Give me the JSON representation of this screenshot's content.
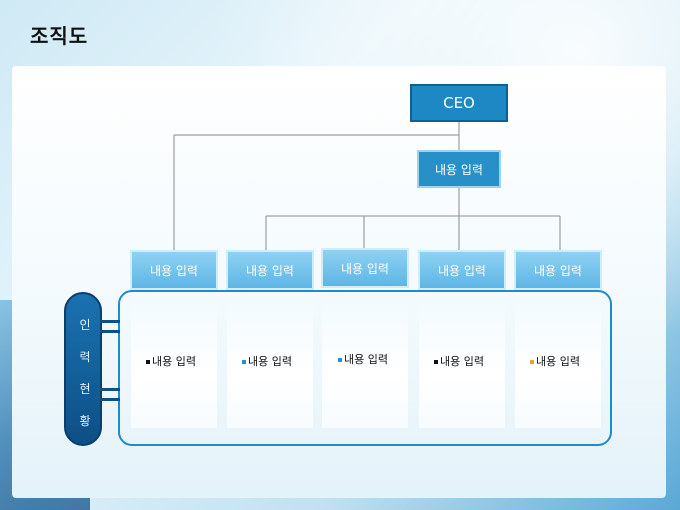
{
  "slide_title": "조직도",
  "org": {
    "ceo": "CEO",
    "sub": "내용 입력",
    "departments": [
      "내용 입력",
      "내용 입력",
      "내용 입력",
      "내용 입력",
      "내용 입력"
    ]
  },
  "staff_label": [
    "인",
    "력",
    "현",
    "황"
  ],
  "staff_items": [
    {
      "label": "내용 입력",
      "bullet_color": "#111111"
    },
    {
      "label": "내용 입력",
      "bullet_color": "#2a8fd1"
    },
    {
      "label": "내용 입력",
      "bullet_color": "#2a8fd1"
    },
    {
      "label": "내용 입력",
      "bullet_color": "#111111"
    },
    {
      "label": "내용 입력",
      "bullet_color": "#f0a030"
    }
  ]
}
